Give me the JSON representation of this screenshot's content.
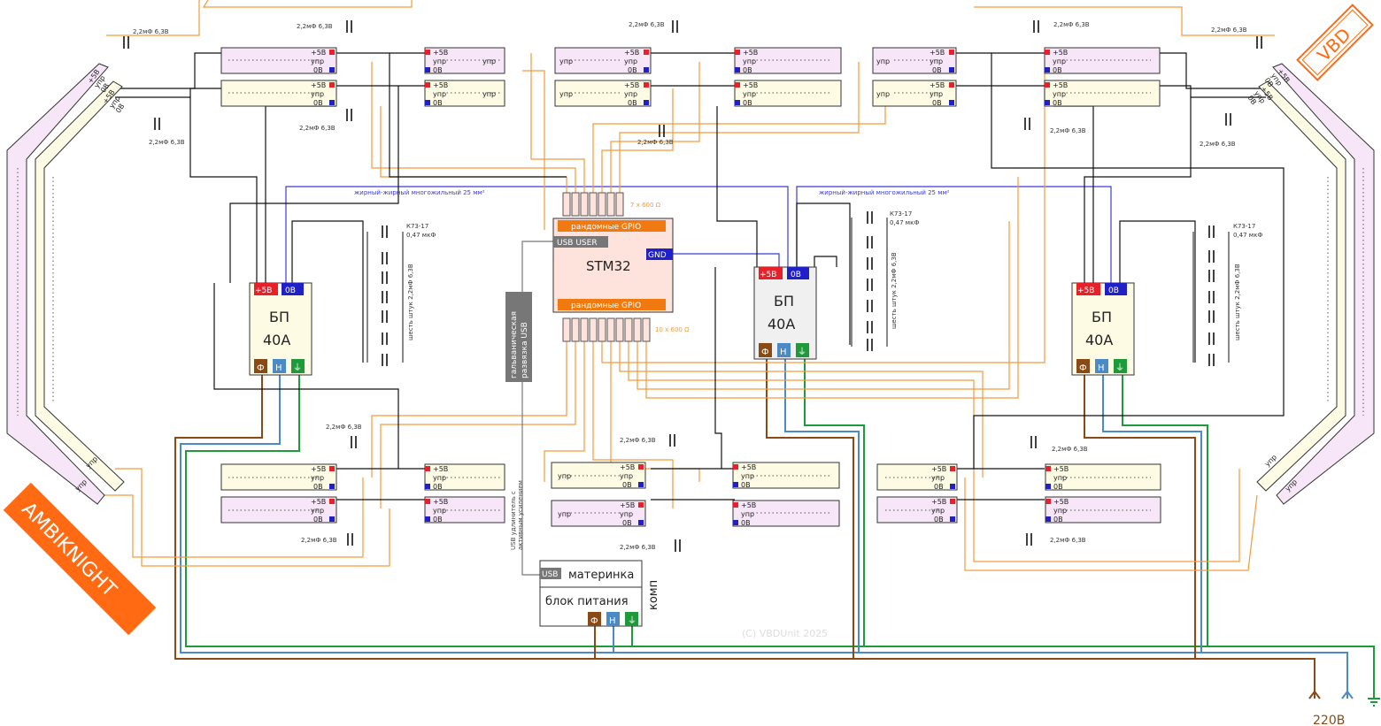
{
  "brand_top": "VBD",
  "brand_bottom": "AMBIKNIGHT",
  "copyright": "(C) VBDUnit 2025",
  "mains_voltage": "220В",
  "mcu": {
    "name": "STM32",
    "gpio_label": "рандомные GPIO",
    "usb_label": "USB USER",
    "gnd_label": "GND",
    "res_top": "7 x 600 Ω",
    "res_bottom": "10 x 600 Ω"
  },
  "isolation_label_line1": "гальваническая",
  "isolation_label_line2": "развязка USB",
  "usb_ext_line1": "USB удлинитель с",
  "usb_ext_line2": "активным усилением",
  "pc": {
    "label": "комп",
    "mb": "материнка",
    "usb": "USB",
    "psu": "блок питания"
  },
  "psu": {
    "title": "БП",
    "current": "40А",
    "plus": "+5В",
    "zero": "0В",
    "phase": "Ф",
    "neutral": "Н"
  },
  "bus_label": "жирный-жирный многожильный 25 мм²",
  "cap_small": "2,2мФ 6,3В",
  "cap_k73_line1": "К73-17",
  "cap_k73_line2": "0,47 мкФ",
  "cap_bank": "шесть штук 2,2мФ 6,3В",
  "strip": {
    "plus": "+5В",
    "ctl": "упр",
    "zero": "0В"
  },
  "colors": {
    "orange": "#f39a3a",
    "blue": "#3b3bd6",
    "brown": "#8a4a16",
    "lightblue": "#4a8ac6",
    "green": "#1f9a3a",
    "red": "#e8202a",
    "strip_pink": "#f6e6f7",
    "strip_yellow": "#fdfbe3",
    "mcu_fill": "#fde3dc",
    "brand_orange": "#ff6a13"
  }
}
